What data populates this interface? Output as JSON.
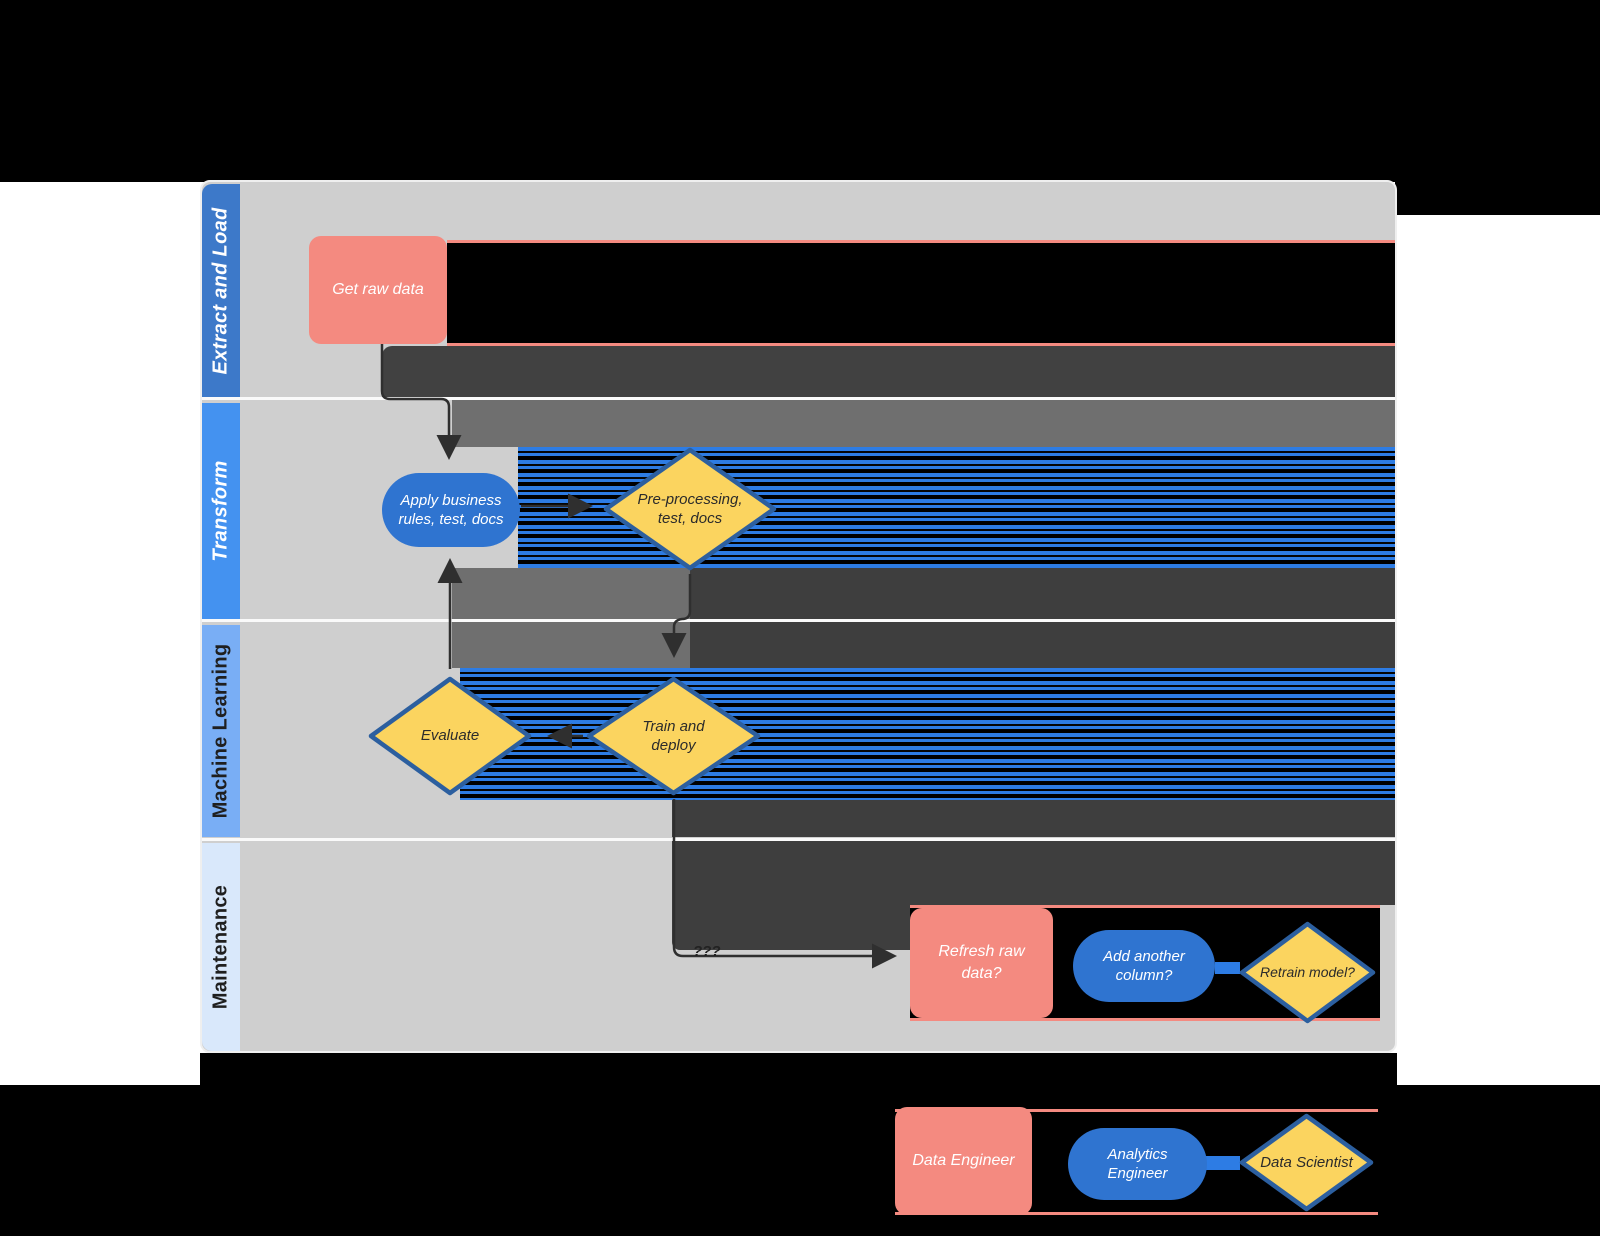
{
  "colors": {
    "page_bg": "#000000",
    "paper_bg": "#ffffff",
    "lane_bg": "#cfcfcf",
    "salmon_node": "#f48a80",
    "blue_node": "#2f74d0",
    "yellow_node": "#fbd45f",
    "diamond_border": "#2c5f9f",
    "band_dark": "#3e3e3e",
    "band_mid": "#6f6f6f",
    "stripe_blue": "#2d7ce4",
    "arrow": "#2f2f2f"
  },
  "lanes": [
    {
      "label": "Extract and Load",
      "strip_color": "#3d79c9",
      "label_color": "#ffffff"
    },
    {
      "label": "Transform",
      "strip_color": "#4492f0",
      "label_color": "#ffffff"
    },
    {
      "label": "Machine Learning",
      "strip_color": "#79aef5",
      "label_color": "#1f1f1f"
    },
    {
      "label": "Maintenance",
      "strip_color": "#d9e8fb",
      "label_color": "#1f1f1f"
    }
  ],
  "nodes": {
    "get_raw_data": {
      "label": "Get raw data",
      "shape": "rectangle",
      "role": "Data Engineer"
    },
    "apply_rules": {
      "label": "Apply business rules, test, docs",
      "shape": "stadium",
      "role": "Analytics Engineer"
    },
    "preprocessing": {
      "label": "Pre-processing, test, docs",
      "shape": "diamond",
      "role": "Data Scientist"
    },
    "evaluate": {
      "label": "Evaluate",
      "shape": "diamond",
      "role": "Data Scientist"
    },
    "train_deploy": {
      "label": "Train and deploy",
      "shape": "diamond",
      "role": "Data Scientist"
    },
    "refresh_raw_data": {
      "label": "Refresh raw data?",
      "shape": "rectangle",
      "role": "Data Engineer"
    },
    "add_column": {
      "label": "Add another column?",
      "shape": "stadium",
      "role": "Analytics Engineer"
    },
    "retrain_model": {
      "label": "Retrain model?",
      "shape": "diamond",
      "role": "Data Scientist"
    }
  },
  "annotation": {
    "question_marks": "???"
  },
  "legend": {
    "data_engineer": {
      "label": "Data Engineer"
    },
    "analytics_engineer": {
      "label": "Analytics Engineer"
    },
    "data_scientist": {
      "label": "Data Scientist"
    }
  }
}
